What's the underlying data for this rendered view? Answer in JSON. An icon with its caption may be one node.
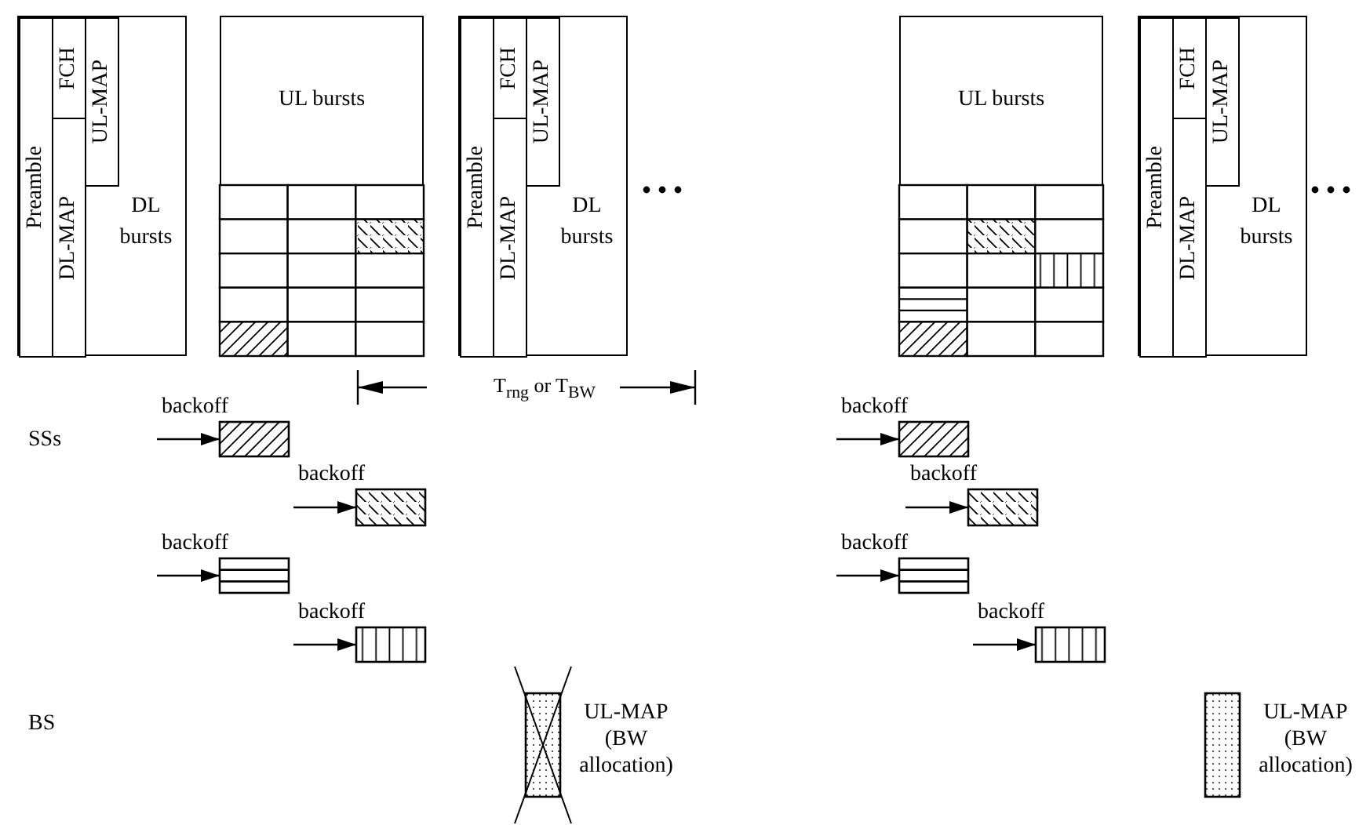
{
  "diagram": {
    "nodes": [
      {
        "text": [
          "DL bursts"
        ]
      },
      {
        "text": [
          "Preamble"
        ],
        "in": 0
      },
      {
        "text": [
          "FCH"
        ],
        "in": 0
      },
      {
        "text": [
          "DL-MAP"
        ],
        "in": 0
      },
      {
        "text": [
          "UL-MAP"
        ],
        "in": 0
      },
      {
        "text": [
          "UL bursts"
        ]
      },
      {
        "text": [
          "DL bursts"
        ]
      },
      {
        "text": [
          "Preamble"
        ],
        "in": 6
      },
      {
        "text": [
          "FCH"
        ],
        "in": 6
      },
      {
        "text": [
          "DL-MAP"
        ],
        "in": 6
      },
      {
        "text": [
          "UL-MAP"
        ],
        "in": 6
      },
      {
        "text": [
          "UL bursts"
        ]
      },
      {
        "text": [
          "DL bursts"
        ]
      },
      {
        "text": [
          "Preamble"
        ],
        "in": 12
      },
      {
        "text": [
          "FCH"
        ],
        "in": 12
      },
      {
        "text": [
          "DL-MAP"
        ],
        "in": 12
      },
      {
        "text": [
          "UL-MAP"
        ],
        "in": 12
      },
      {
        "text": [],
        "shape": "box"
      },
      {
        "text": [],
        "shape": "box"
      },
      {
        "text": [],
        "shape": "box"
      },
      {
        "text": [],
        "shape": "box"
      },
      {
        "text": [],
        "shape": "box"
      },
      {
        "text": [],
        "shape": "box"
      },
      {
        "text": [],
        "shape": "box"
      },
      {
        "text": [],
        "shape": "box"
      },
      {
        "text": [],
        "shape": "bar",
        "beside": [
          "UL-MAP (BW allocation)"
        ]
      },
      {
        "text": [],
        "shape": "bar",
        "beside": [
          "UL-MAP (BW allocation)"
        ]
      }
    ],
    "edges": [
      {
        "from": null,
        "to": 17,
        "arrow": "to",
        "label": "backoff"
      },
      {
        "from": null,
        "to": 18,
        "arrow": "to",
        "label": "backoff"
      },
      {
        "from": null,
        "to": 19,
        "arrow": "to",
        "label": "backoff"
      },
      {
        "from": null,
        "to": 20,
        "arrow": "to",
        "label": "backoff"
      },
      {
        "from": null,
        "to": 21,
        "arrow": "to",
        "label": "backoff"
      },
      {
        "from": null,
        "to": 22,
        "arrow": "to",
        "label": "backoff"
      },
      {
        "from": null,
        "to": 23,
        "arrow": "to",
        "label": "backoff"
      },
      {
        "from": null,
        "to": 24,
        "arrow": "to",
        "label": "backoff"
      }
    ],
    "labels": [
      "T$_{rng}$ or T$_{BW}$",
      "SSs",
      "BS"
    ]
  }
}
